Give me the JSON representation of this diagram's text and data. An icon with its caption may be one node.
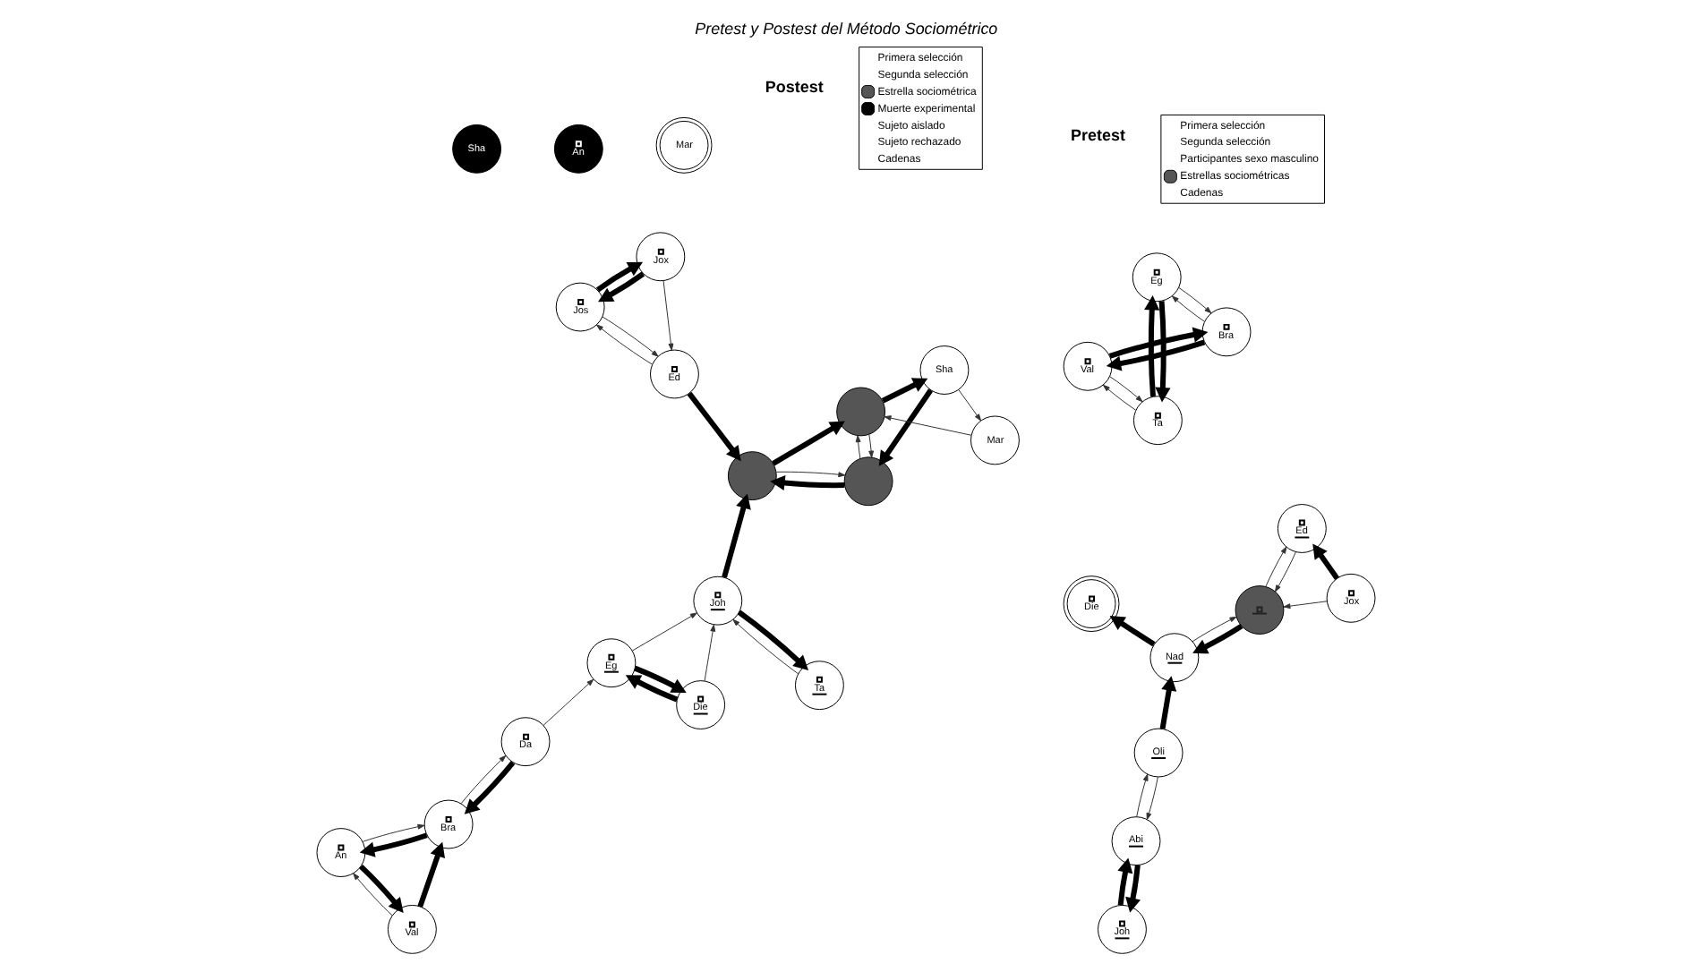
{
  "diagram": {
    "title": "Pretest y Postest del Método Sociométrico",
    "nodes": [
      {
        "text": [
          "Val"
        ]
      },
      {
        "text": [
          "An"
        ]
      },
      {
        "text": [
          "Bra"
        ]
      },
      {
        "text": [
          "Da"
        ]
      },
      {
        "text": [
          "Jox"
        ]
      },
      {
        "text": [
          "Jos"
        ]
      },
      {
        "text": [
          "Ed"
        ]
      },
      {
        "text": [
          "Joh"
        ]
      },
      {
        "text": [
          "Eg"
        ]
      },
      {
        "text": [
          "Ta"
        ]
      },
      {
        "text": [
          "Die"
        ]
      },
      {
        "text": [],
        "shape": "circle"
      },
      {
        "text": [],
        "shape": "circle"
      },
      {
        "text": [],
        "shape": "circle"
      },
      {
        "text": [
          "Sha"
        ]
      },
      {
        "text": [
          "Mar"
        ]
      },
      {
        "text": [
          "Ed"
        ]
      },
      {
        "text": [
          "Jox"
        ]
      },
      {
        "text": [],
        "shape": "circle"
      },
      {
        "text": [
          "Nad"
        ]
      },
      {
        "text": [
          "Die"
        ]
      },
      {
        "text": [
          "Oli"
        ]
      },
      {
        "text": [
          "Abi"
        ]
      },
      {
        "text": [
          "Joh"
        ]
      },
      {
        "text": [
          "Val"
        ]
      },
      {
        "text": [
          "Bra"
        ]
      },
      {
        "text": [
          "Ta"
        ]
      },
      {
        "text": [
          "Eg"
        ]
      },
      {
        "text": [
          "Mar"
        ]
      },
      {
        "text": [
          "An"
        ]
      },
      {
        "text": [
          "Sha"
        ]
      }
    ],
    "edges": [
      {
        "from": 1,
        "to": 0,
        "arrow": "to",
        "style": "thick"
      },
      {
        "from": 0,
        "to": 2,
        "arrow": "to",
        "style": "thick"
      },
      {
        "from": 0,
        "to": 1,
        "arrow": "to"
      },
      {
        "from": 2,
        "to": 1,
        "arrow": "to",
        "style": "thick"
      },
      {
        "from": 1,
        "to": 2,
        "arrow": "to"
      },
      {
        "from": 2,
        "to": 3,
        "arrow": "to"
      },
      {
        "from": 3,
        "to": 2,
        "arrow": "to",
        "style": "thick"
      },
      {
        "from": 5,
        "to": 4,
        "arrow": "to",
        "style": "thick"
      },
      {
        "from": 4,
        "to": 5,
        "arrow": "to",
        "style": "thick"
      },
      {
        "from": 4,
        "to": 6,
        "arrow": "to"
      },
      {
        "from": 5,
        "to": 6,
        "arrow": "to"
      },
      {
        "from": 6,
        "to": 5,
        "arrow": "to"
      },
      {
        "from": 6,
        "to": 11,
        "arrow": "to",
        "style": "thick"
      },
      {
        "from": 3,
        "to": 8,
        "arrow": "to"
      },
      {
        "from": 7,
        "to": 11,
        "arrow": "to",
        "style": "thick"
      },
      {
        "from": 8,
        "to": 7,
        "arrow": "to"
      },
      {
        "from": 7,
        "to": 9,
        "arrow": "to",
        "style": "thick"
      },
      {
        "from": 9,
        "to": 7,
        "arrow": "to"
      },
      {
        "from": 10,
        "to": 7,
        "arrow": "to"
      },
      {
        "from": 8,
        "to": 10,
        "arrow": "to",
        "style": "thick"
      },
      {
        "from": 10,
        "to": 8,
        "arrow": "to",
        "style": "thick"
      },
      {
        "from": 11,
        "to": 13,
        "arrow": "to",
        "style": "thick"
      },
      {
        "from": 12,
        "to": 11,
        "arrow": "to",
        "style": "thick"
      },
      {
        "from": 11,
        "to": 12,
        "arrow": "to"
      },
      {
        "from": 12,
        "to": 13,
        "arrow": "to"
      },
      {
        "from": 13,
        "to": 12,
        "arrow": "to"
      },
      {
        "from": 13,
        "to": 14,
        "arrow": "to",
        "style": "thick"
      },
      {
        "from": 14,
        "to": 12,
        "arrow": "to",
        "style": "thick"
      },
      {
        "from": 14,
        "to": 15,
        "arrow": "to"
      },
      {
        "from": 15,
        "to": 13,
        "arrow": "to"
      },
      {
        "from": 17,
        "to": 16,
        "arrow": "to",
        "style": "thick"
      },
      {
        "from": 17,
        "to": 18,
        "arrow": "to"
      },
      {
        "from": 16,
        "to": 18,
        "arrow": "to"
      },
      {
        "from": 18,
        "to": 16,
        "arrow": "to"
      },
      {
        "from": 18,
        "to": 19,
        "arrow": "to",
        "style": "thick"
      },
      {
        "from": 19,
        "to": 18,
        "arrow": "to"
      },
      {
        "from": 19,
        "to": 20,
        "arrow": "to",
        "style": "thick"
      },
      {
        "from": 21,
        "to": 19,
        "arrow": "to",
        "style": "thick"
      },
      {
        "from": 22,
        "to": 21,
        "arrow": "to"
      },
      {
        "from": 21,
        "to": 22,
        "arrow": "to"
      },
      {
        "from": 22,
        "to": 23,
        "arrow": "to",
        "style": "thick"
      },
      {
        "from": 23,
        "to": 22,
        "arrow": "to",
        "style": "thick"
      },
      {
        "from": 25,
        "to": 24,
        "arrow": "to",
        "style": "thick"
      },
      {
        "from": 24,
        "to": 25,
        "arrow": "to",
        "style": "thick"
      },
      {
        "from": 26,
        "to": 24,
        "arrow": "to"
      },
      {
        "from": 24,
        "to": 26,
        "arrow": "to"
      },
      {
        "from": 27,
        "to": 25,
        "arrow": "to"
      },
      {
        "from": 25,
        "to": 27,
        "arrow": "to"
      },
      {
        "from": 27,
        "to": 26,
        "arrow": "to",
        "style": "thick"
      },
      {
        "from": 26,
        "to": 27,
        "arrow": "to",
        "style": "thick"
      }
    ],
    "labels": [
      "Pretest",
      "Postest"
    ],
    "legend": [
      {
        "text": "Primera selección"
      },
      {
        "text": "Segunda selección"
      },
      {
        "text": "Participantes sexo masculino"
      },
      {
        "text": "Estrellas sociométricas",
        "color": "#555555"
      },
      {
        "text": "Cadenas"
      },
      {
        "text": "Primera selección"
      },
      {
        "text": "Segunda selección"
      },
      {
        "text": "Estrella sociométrica",
        "color": "#555555"
      },
      {
        "text": "Muerte experimental",
        "color": "#000000"
      },
      {
        "text": "Sujeto aislado"
      },
      {
        "text": "Sujeto rechazado"
      },
      {
        "text": "Cadenas"
      }
    ]
  }
}
